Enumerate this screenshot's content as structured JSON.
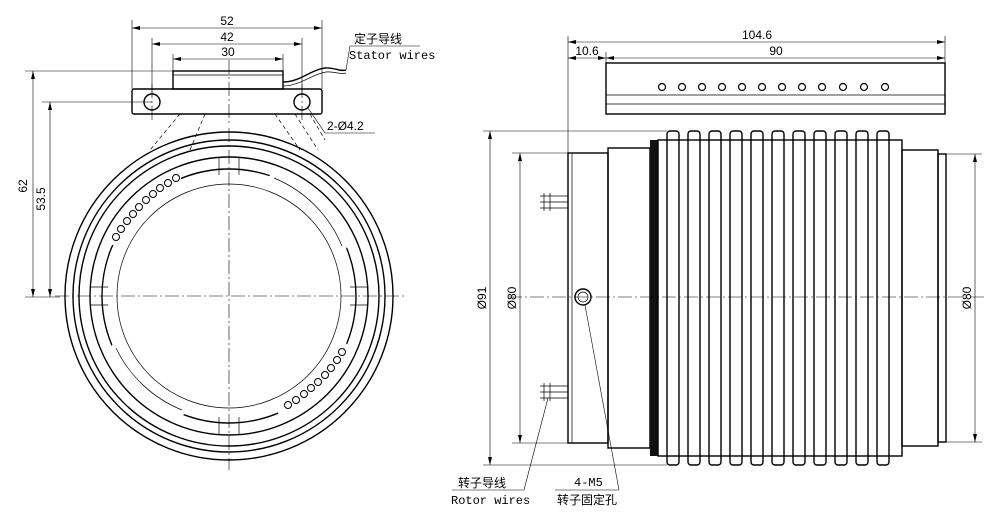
{
  "top_view": {
    "dim_overall_width": "52",
    "dim_hole_spacing": "42",
    "dim_body_width": "30",
    "dim_height_62": "62",
    "dim_height_53_5": "53.5",
    "callout_mount_holes": "2-Ø4.2"
  },
  "stator_wires": {
    "zh": "定子导线",
    "en": "Stator wires"
  },
  "side_view": {
    "dim_total_length": "104.6",
    "dim_flange_length": "10.6",
    "dim_body_length": "90",
    "dim_outer_diameter": "Ø91",
    "dim_bore_left": "Ø80",
    "dim_bore_right": "Ø80"
  },
  "rotor_wires": {
    "zh": "转子导线",
    "en": "Rotor wires"
  },
  "rotor_fix_holes": {
    "spec": "4-M5",
    "zh": "转子固定孔"
  }
}
